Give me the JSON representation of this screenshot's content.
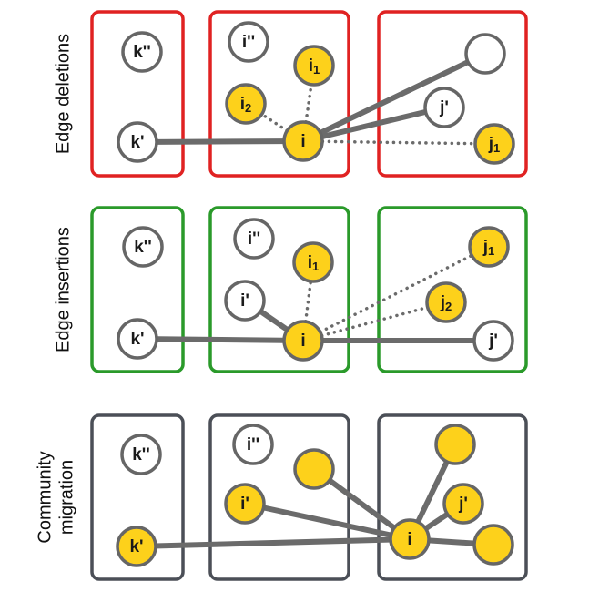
{
  "colors": {
    "deletion_border": "#e02222",
    "insertion_border": "#2a9a2a",
    "migration_border": "#4b4f57",
    "node_stroke": "#666666",
    "edge": "#6b6b6b",
    "node_yellow": "#fdd11b",
    "node_white": "#ffffff"
  },
  "rows": [
    {
      "id": "edge-deletions",
      "label_lines": [
        "Edge deletions"
      ],
      "border_key": "deletion_border",
      "nodes": [
        {
          "id": "k2",
          "label": "k''",
          "sub": "",
          "fill": "white"
        },
        {
          "id": "k1",
          "label": "k'",
          "sub": "",
          "fill": "white"
        },
        {
          "id": "i2q",
          "label": "i''",
          "sub": "",
          "fill": "white"
        },
        {
          "id": "i1",
          "label": "i",
          "sub": "1",
          "fill": "yellow"
        },
        {
          "id": "i2",
          "label": "i",
          "sub": "2",
          "fill": "yellow"
        },
        {
          "id": "i",
          "label": "i",
          "sub": "",
          "fill": "yellow"
        },
        {
          "id": "top",
          "label": "",
          "sub": "",
          "fill": "white"
        },
        {
          "id": "jp",
          "label": "j'",
          "sub": "",
          "fill": "white"
        },
        {
          "id": "j1",
          "label": "j",
          "sub": "1",
          "fill": "yellow"
        }
      ],
      "edges": [
        {
          "from": "k1",
          "to": "i",
          "style": "solid"
        },
        {
          "from": "i",
          "to": "top",
          "style": "solid"
        },
        {
          "from": "i",
          "to": "jp",
          "style": "solid"
        },
        {
          "from": "i",
          "to": "i1",
          "style": "dotted"
        },
        {
          "from": "i",
          "to": "i2",
          "style": "dotted"
        },
        {
          "from": "i",
          "to": "j1",
          "style": "dotted"
        }
      ]
    },
    {
      "id": "edge-insertions",
      "label_lines": [
        "Edge insertions"
      ],
      "border_key": "insertion_border",
      "nodes": [
        {
          "id": "k2",
          "label": "k''",
          "sub": "",
          "fill": "white"
        },
        {
          "id": "k1",
          "label": "k'",
          "sub": "",
          "fill": "white"
        },
        {
          "id": "i2q",
          "label": "i''",
          "sub": "",
          "fill": "white"
        },
        {
          "id": "i1",
          "label": "i",
          "sub": "1",
          "fill": "yellow"
        },
        {
          "id": "ip",
          "label": "i'",
          "sub": "",
          "fill": "white"
        },
        {
          "id": "i",
          "label": "i",
          "sub": "",
          "fill": "yellow"
        },
        {
          "id": "j1",
          "label": "j",
          "sub": "1",
          "fill": "yellow"
        },
        {
          "id": "j2",
          "label": "j",
          "sub": "2",
          "fill": "yellow"
        },
        {
          "id": "jp",
          "label": "j'",
          "sub": "",
          "fill": "white"
        }
      ],
      "edges": [
        {
          "from": "k1",
          "to": "i",
          "style": "solid"
        },
        {
          "from": "ip",
          "to": "i",
          "style": "solid"
        },
        {
          "from": "i",
          "to": "jp",
          "style": "solid"
        },
        {
          "from": "i",
          "to": "i1",
          "style": "dotted"
        },
        {
          "from": "i",
          "to": "j1",
          "style": "dotted"
        },
        {
          "from": "i",
          "to": "j2",
          "style": "dotted"
        }
      ]
    },
    {
      "id": "community-migration",
      "label_lines": [
        "Community",
        "migration"
      ],
      "border_key": "migration_border",
      "nodes": [
        {
          "id": "k2",
          "label": "k''",
          "sub": "",
          "fill": "white"
        },
        {
          "id": "k1",
          "label": "k'",
          "sub": "",
          "fill": "yellow"
        },
        {
          "id": "i2q",
          "label": "i''",
          "sub": "",
          "fill": "white"
        },
        {
          "id": "blank1",
          "label": "",
          "sub": "",
          "fill": "yellow"
        },
        {
          "id": "ip",
          "label": "i'",
          "sub": "",
          "fill": "yellow"
        },
        {
          "id": "blank2",
          "label": "",
          "sub": "",
          "fill": "yellow"
        },
        {
          "id": "jp",
          "label": "j'",
          "sub": "",
          "fill": "yellow"
        },
        {
          "id": "i",
          "label": "i",
          "sub": "",
          "fill": "yellow"
        },
        {
          "id": "blank3",
          "label": "",
          "sub": "",
          "fill": "yellow"
        }
      ],
      "edges": [
        {
          "from": "k1",
          "to": "i",
          "style": "solid"
        },
        {
          "from": "ip",
          "to": "i",
          "style": "solid"
        },
        {
          "from": "blank1",
          "to": "i",
          "style": "solid"
        },
        {
          "from": "blank2",
          "to": "i",
          "style": "solid"
        },
        {
          "from": "jp",
          "to": "i",
          "style": "solid"
        },
        {
          "from": "blank3",
          "to": "i",
          "style": "solid"
        }
      ]
    }
  ]
}
